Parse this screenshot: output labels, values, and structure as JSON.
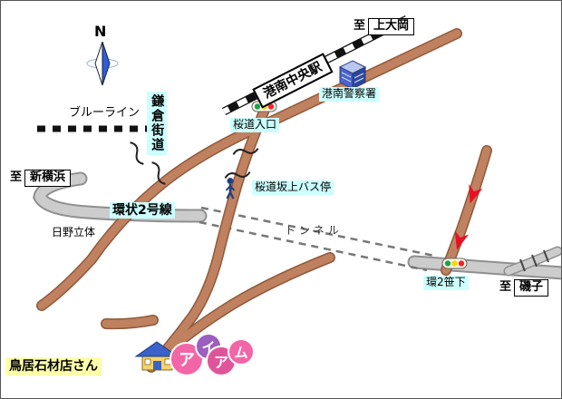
{
  "compass": {
    "north": "N"
  },
  "destinations": {
    "kamiooka": {
      "prefix": "至",
      "name": "上大岡"
    },
    "shin_yokohama": {
      "prefix": "至",
      "name": "新横浜"
    },
    "isogo": {
      "prefix": "至",
      "name": "磯子"
    }
  },
  "station": {
    "name": "港南中央駅"
  },
  "landmarks": {
    "police": "港南警察署",
    "bus_stop": "桜道坂上バス停",
    "shop": "鳥居石材店さん"
  },
  "roads": {
    "kamakura_kaido": "鎌倉街道",
    "blue_line": "ブルーライン",
    "loop2": "環状2号線",
    "hino_interchange": "日野立体",
    "tunnel": "トンネル",
    "sakuramichi_entrance": "桜道入口",
    "kan2_sasage": "環2笹下"
  },
  "logo": {
    "chars": [
      "ア",
      "イ",
      "ア",
      "ム"
    ]
  },
  "icons": {
    "compass_needle": "north-compass-needle",
    "traffic_light": "traffic-light",
    "pedestrian": "bus-stop-pedestrian",
    "police_building": "police-station-building",
    "shop_building": "shop-building",
    "route_arrow": "red-route-arrow",
    "railway_crossing": "railway-crossing-ticks"
  },
  "colors": {
    "road_main": "#C08160",
    "road_outline": "#8F5A3A",
    "road_secondary": "#CCCCCC",
    "highlight_bg": "#CCFFFF",
    "shop_label_bg": "#FFFFAA",
    "railway": "#111111",
    "route_arrow": "#E81123",
    "logo_pink": "#F266A8",
    "logo_purple": "#9A5FC0",
    "compass_blue": "#2B5FD9"
  }
}
